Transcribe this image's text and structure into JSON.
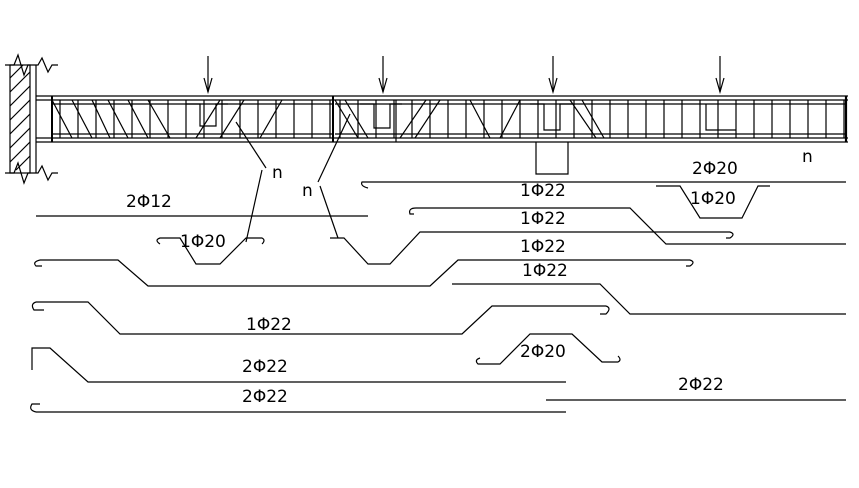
{
  "labels": {
    "top_2phi12": "2Φ12",
    "top_1phi20_left": "1Φ20",
    "top_2phi20_right": "2Φ20",
    "top_1phi20_right": "1Φ20",
    "bar_1phi22_a": "1Φ22",
    "bar_1phi22_b": "1Φ22",
    "bar_1phi22_c": "1Φ22",
    "bar_1phi22_d": "1Φ22",
    "bar_1phi22_e": "1Φ22",
    "bar_2phi20_mid": "2Φ20",
    "bar_2phi22_a": "2Φ22",
    "bar_2phi22_b": "2Φ22",
    "bar_2phi22_right": "2Φ22",
    "section_n_left": "n",
    "section_n_mid": "n",
    "section_n_right": "n"
  }
}
